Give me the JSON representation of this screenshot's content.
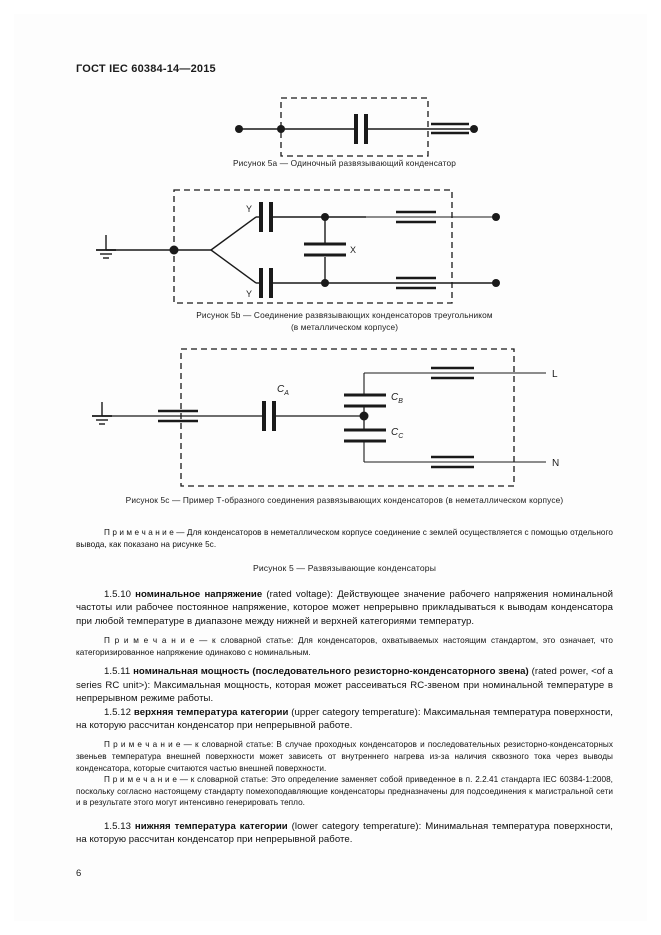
{
  "document": {
    "header": "ГОСТ IEC 60384-14—2015",
    "page_number": "6"
  },
  "figures": [
    {
      "id": "5a",
      "caption": "Рисунок 5a — Одиночный развязывающий конденсатор",
      "labels": []
    },
    {
      "id": "5b",
      "caption": "Рисунок 5b — Соединение развязывающих конденсаторов треугольником",
      "caption2": "(в металлическом корпусе)",
      "labels": [
        "Y",
        "Y",
        "X"
      ]
    },
    {
      "id": "5c",
      "caption": "Рисунок 5c — Пример Т-образного соединения развязывающих конденсаторов  (в неметаллическом корпусе)",
      "labels": [
        "C",
        "A",
        "C",
        "B",
        "C",
        "C",
        "L",
        "N"
      ],
      "label_ca_main": "C",
      "label_ca_sub": "A",
      "label_cb_main": "C",
      "label_cb_sub": "B",
      "label_cc_main": "C",
      "label_cc_sub": "C",
      "label_l": "L",
      "label_n": "N"
    }
  ],
  "figure_note": {
    "prefix": "П р и м е ч а н и е",
    "text": " — Для конденсаторов в неметаллическом корпусе соединение с землей осуществляется с помощью отдельного вывода, как показано на рисунке 5c."
  },
  "figure_group_title": "Рисунок 5 — Развязывающие конденсаторы",
  "sections": [
    {
      "number": "1.5.10",
      "term": "номинальное напряжение",
      "rest": " (rated voltage): Действующее значение рабочего напряжения номинальной частоты или рабочее постоянное напряжение, которое может непрерывно прикладываться к выводам конденсатора при любой температуре в диапазоне между нижней и верхней категориями температур."
    },
    {
      "number": "1.5.11",
      "term": "номинальная мощность (последовательного резисторно-конденсаторного звена)",
      "rest": " (rated power, <of a series RC unit>): Максимальная мощность, которая может рассеиваться RC-звеном при номинальной температуре в непрерывном режиме работы."
    },
    {
      "number": "1.5.12",
      "term": "верхняя температура категории",
      "rest": " (upper category temperature): Максимальная температура поверхности, на которую рассчитан конденсатор при непрерывной работе."
    },
    {
      "number": "1.5.13",
      "term": "нижняя температура категории",
      "rest": " (lower category temperature): Минимальная температура поверхности, на которую рассчитан конденсатор при непрерывной работе."
    }
  ],
  "notes": [
    {
      "prefix": "П р и м е ч а н и е",
      "text": "  — к словарной статье:  Для конденсаторов, охватываемых настоящим стандартом, это означает, что категоризированное напряжение одинаково с номинальным."
    },
    {
      "prefix": "П р и м е ч а н и е",
      "text": "  — к словарной статье: В случае проходных конденсаторов и последовательных резисторно-конденсаторных звеньев температура внешней поверхности может зависеть от внутреннего нагрева из-за наличия сквозного тока через выводы конденсатора, которые считаются частью внешней поверхности."
    },
    {
      "prefix": "П р и м е ч а н и е",
      "text": "  — к словарной статье: Это определение  заменяет собой приведенное в п. 2.2.41 стандарта IEC 60384-1:2008, поскольку согласно настоящему стандарту помехоподавляющие конденсаторы предназначены для подсоединения к магистральной сети и в результате этого могут интенсивно генерировать тепло."
    }
  ],
  "colors": {
    "text": "#101010",
    "diagram_line": "#1a1a1a",
    "page_bg": "#ffffff"
  }
}
